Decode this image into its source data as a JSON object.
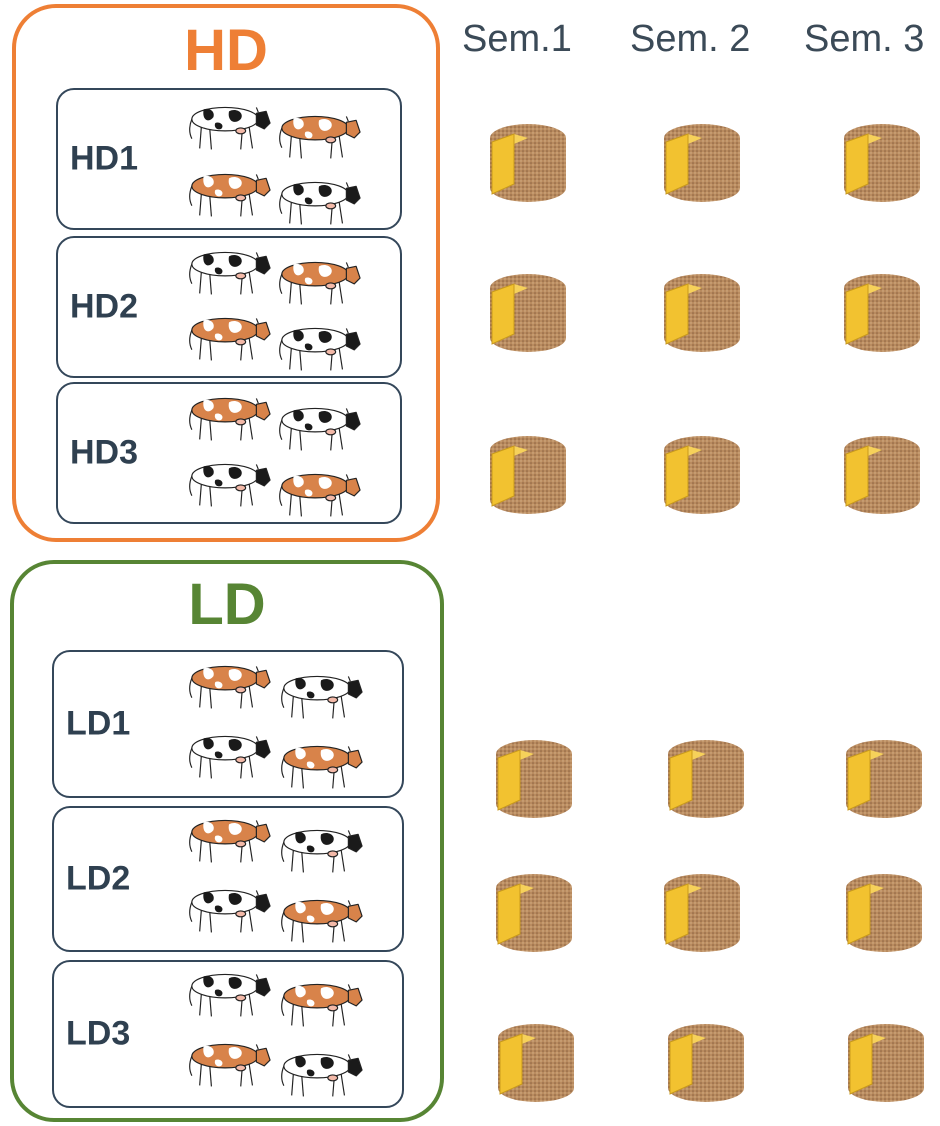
{
  "columns": [
    "Sem.1",
    "Sem. 2",
    "Sem. 3"
  ],
  "groups": [
    {
      "id": "hd",
      "title": "HD",
      "color": "#ee7f35",
      "subgroups": [
        {
          "label": "HD1",
          "cows": [
            "black",
            "brown",
            "brown",
            "black"
          ]
        },
        {
          "label": "HD2",
          "cows": [
            "black",
            "brown",
            "brown",
            "black"
          ]
        },
        {
          "label": "HD3",
          "cows": [
            "brown",
            "black",
            "black",
            "brown"
          ]
        }
      ]
    },
    {
      "id": "ld",
      "title": "LD",
      "color": "#578534",
      "subgroups": [
        {
          "label": "LD1",
          "cows": [
            "brown",
            "black",
            "black",
            "brown"
          ]
        },
        {
          "label": "LD2",
          "cows": [
            "brown",
            "black",
            "black",
            "brown"
          ]
        },
        {
          "label": "LD3",
          "cows": [
            "black",
            "brown",
            "brown",
            "black"
          ]
        }
      ]
    }
  ],
  "icons": {
    "cow": "cow-icon",
    "cheese": "cheese-wheel-icon"
  },
  "colors": {
    "cow_brown": "#d8834a",
    "cow_black": "#1a1a1a",
    "cheese_rind": "#b98b5f",
    "cheese_paste": "#f2c230",
    "subgroup_border": "#34475a"
  }
}
